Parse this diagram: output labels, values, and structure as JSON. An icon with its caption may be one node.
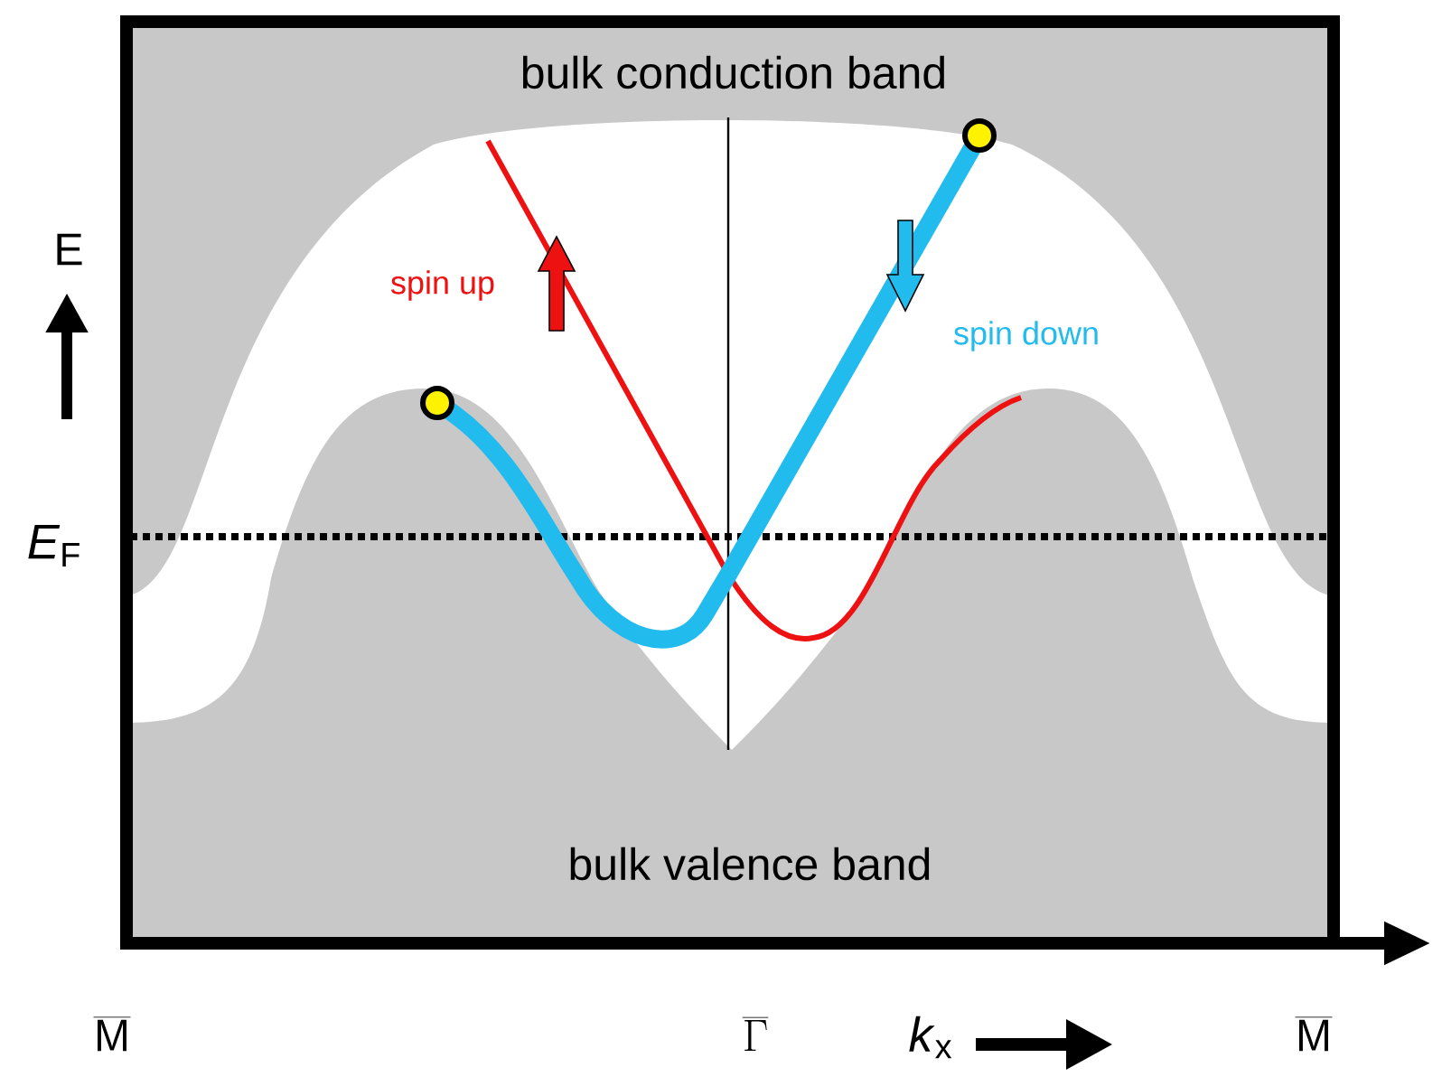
{
  "diagram": {
    "labels": [
      "bulk conduction band",
      "E",
      "spin up",
      "spin down",
      "*E*$_{F}$",
      "bulk valence band",
      "\\overline{\\mathsf{M}}",
      "\\overline{\\Gamma}",
      "*k*$_{x}$",
      "\\overline{\\mathsf{M}}"
    ]
  }
}
